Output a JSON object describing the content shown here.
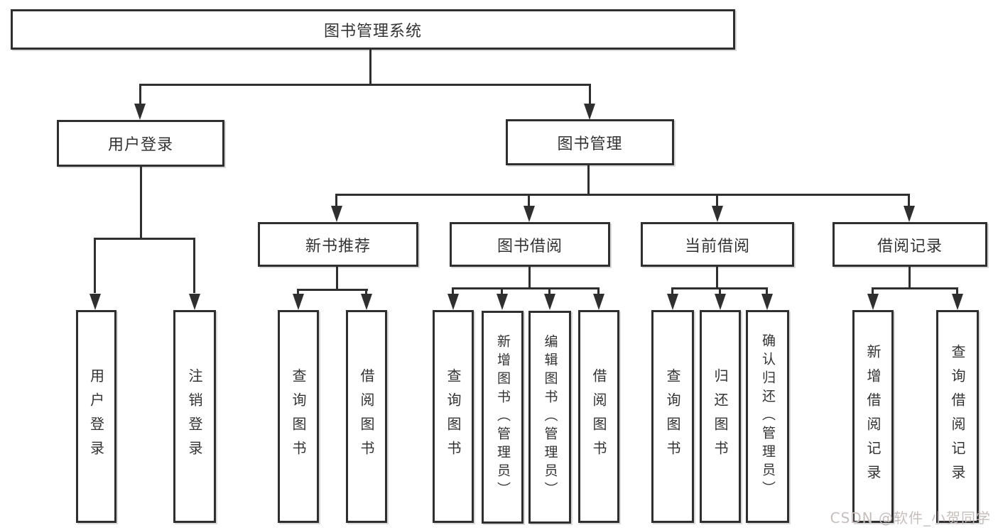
{
  "diagram": {
    "root": {
      "label": "图书管理系统"
    },
    "level2": {
      "user_login": {
        "label": "用户登录"
      },
      "book_management": {
        "label": "图书管理"
      }
    },
    "level3": {
      "new_book_recommend": {
        "label": "新书推荐"
      },
      "book_borrowing": {
        "label": "图书借阅"
      },
      "current_borrowing": {
        "label": "当前借阅"
      },
      "borrowing_records": {
        "label": "借阅记录"
      }
    },
    "leaves": {
      "user_login": "用户登录",
      "logout_login": "注销登录",
      "rec_query_books": "查询图书",
      "rec_borrow_books": "借阅图书",
      "bor_query_books": "查询图书",
      "bor_add_books_admin": "新增图书（管理员）",
      "bor_edit_books_admin": "编辑图书（管理员）",
      "bor_borrow_books": "借阅图书",
      "cur_query_books": "查询图书",
      "cur_return_books": "归还图书",
      "cur_confirm_return_admin": "确认归还（管理员）",
      "hist_add_record": "新增借阅记录",
      "hist_query_record": "查询借阅记录"
    }
  },
  "watermark": {
    "text": "CSDN @软件_小贺同学"
  },
  "colors": {
    "line": "#2f2f2f",
    "box_border": "#2f2f2f",
    "box_fill": "#ffffff",
    "text": "#333333",
    "watermark": "#c7bebe"
  }
}
